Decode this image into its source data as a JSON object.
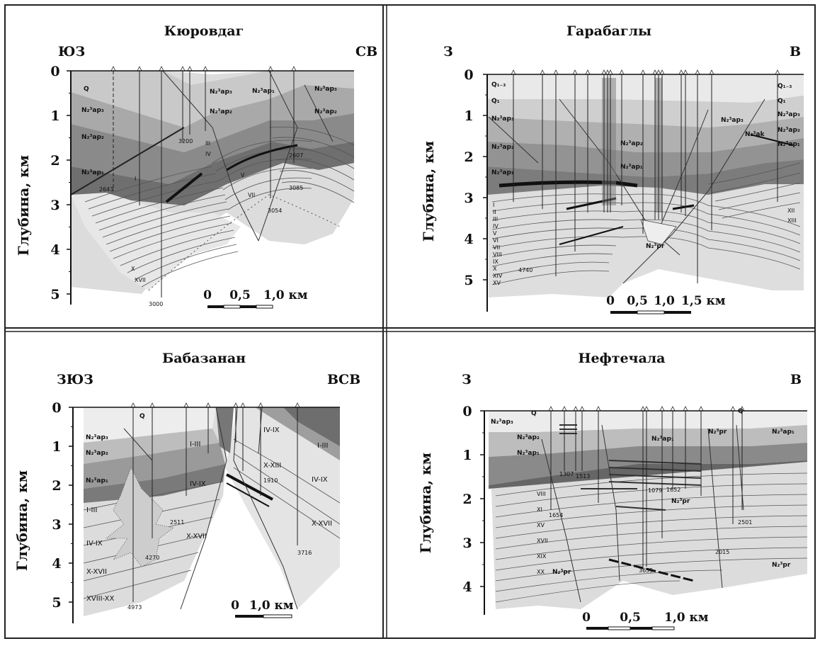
{
  "axis_label": "Глубина, км",
  "panels": [
    {
      "id": "kyurovdag",
      "title": "Кюровдаг",
      "dir_left": "ЮЗ",
      "dir_right": "СВ",
      "depth_ticks": [
        "0",
        "1",
        "2",
        "3",
        "4",
        "5"
      ],
      "scale_labels": [
        "0",
        "0,5",
        "1,0 км"
      ],
      "layer_labels": [
        "Q",
        "N₂³ap₃",
        "N₂³ap₂",
        "N₂³ap₁",
        "N₂³ap₃",
        "N₂³ap₂",
        "N₂³ap₁",
        "N₂³ap₃",
        "N₂³ap₂"
      ],
      "horizon_labels": [
        "I",
        "III",
        "IV",
        "V",
        "VII",
        "X",
        "XVII"
      ],
      "well_labels": [
        "2643",
        "3200",
        "2607",
        "3054",
        "3085",
        "3000"
      ]
    },
    {
      "id": "garabagly",
      "title": "Гарабаглы",
      "dir_left": "З",
      "dir_right": "В",
      "depth_ticks": [
        "0",
        "1",
        "2",
        "3",
        "4",
        "5"
      ],
      "scale_labels": [
        "0",
        "0,5",
        "1,0",
        "1,5 км"
      ],
      "layer_labels": [
        "Q₁₋₃",
        "Q₁",
        "N₂³ap₃",
        "N₂³ap₂",
        "N₂³ap₁",
        "N₂³ap₂",
        "N₂³ap₁",
        "N₂³ap₃",
        "N₂³ak",
        "Q₁₋₃",
        "Q₁",
        "N₂³ap₃",
        "N₂³ap₂",
        "N₂³ap₁",
        "N₂³pr"
      ],
      "horizon_labels": [
        "I",
        "II",
        "III",
        "IV",
        "V",
        "VI",
        "VII",
        "VIII",
        "IX",
        "X",
        "XIV",
        "XV",
        "XII",
        "XIII"
      ],
      "well_labels": [
        "4740"
      ]
    },
    {
      "id": "babazanan",
      "title": "Бабазанан",
      "dir_left": "ЗЮЗ",
      "dir_right": "ВСВ",
      "depth_ticks": [
        "0",
        "1",
        "2",
        "3",
        "4",
        "5"
      ],
      "scale_labels": [
        "0",
        "1,0 км"
      ],
      "layer_labels": [
        "Q",
        "N₂³ap₃",
        "N₂³ap₂",
        "N₂³ap₁"
      ],
      "horizon_labels": [
        "I-III",
        "IV-IX",
        "X-XVII",
        "XVIII-XX",
        "I-III",
        "IV-IX",
        "X-XVII",
        "IV-IX",
        "X-XIII",
        "I-III",
        "IV-IX",
        "X-XVII"
      ],
      "well_labels": [
        "2511",
        "4270",
        "4973",
        "1910",
        "3716"
      ]
    },
    {
      "id": "neftechala",
      "title": "Нефтечала",
      "dir_left": "З",
      "dir_right": "В",
      "depth_ticks": [
        "0",
        "1",
        "2",
        "3",
        "4"
      ],
      "scale_labels": [
        "0",
        "0,5",
        "1,0 км"
      ],
      "layer_labels": [
        "Q",
        "N₂³ap₃",
        "N₂³ap₂",
        "N₂³ap₁",
        "N₂³ap₁",
        "N₂³pr",
        "N₂³pr",
        "N₂³pr",
        "Q",
        "N₂³ap₁",
        "N₂³pr"
      ],
      "horizon_labels": [
        "VIII",
        "XI",
        "XV",
        "XVII",
        "XIX",
        "XX"
      ],
      "well_labels": [
        "1654",
        "1307",
        "1513",
        "1079",
        "1652",
        "2015",
        "3655",
        "2501"
      ]
    }
  ]
}
